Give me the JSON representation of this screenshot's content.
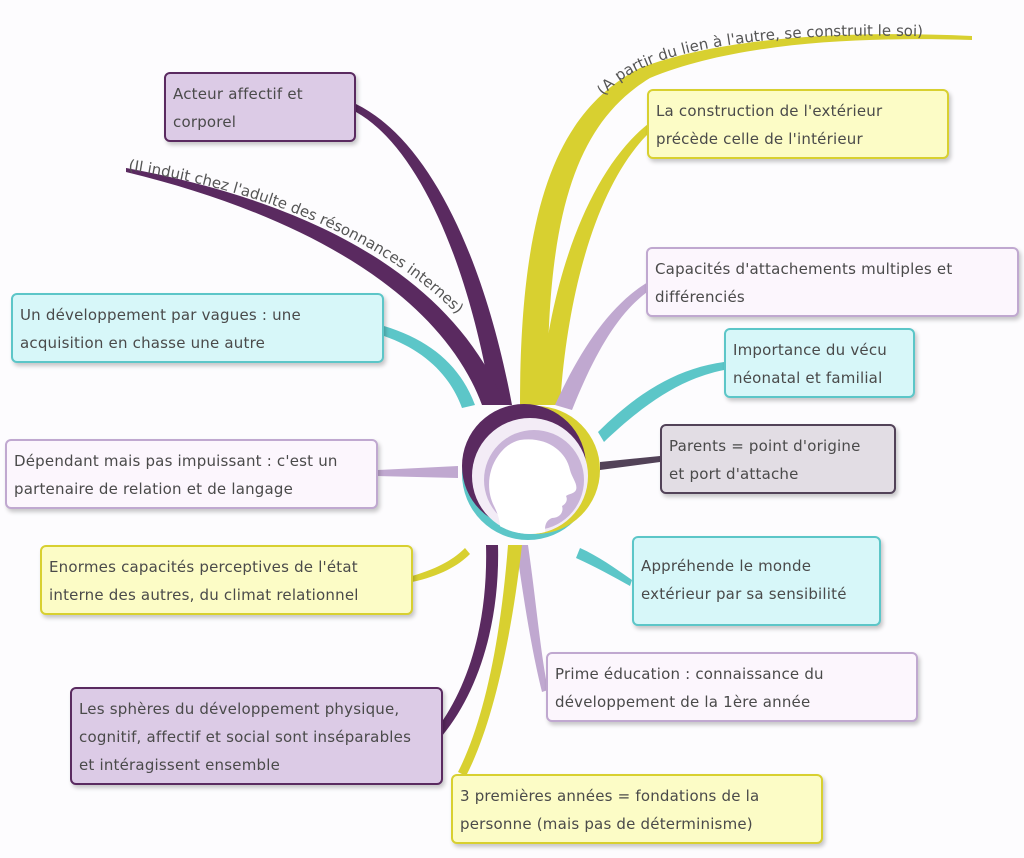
{
  "colors": {
    "purple_dark": "#5a2a60",
    "yellow": "#d8d030",
    "teal": "#5cc6c8",
    "lilac": "#c0a8d0",
    "grey_dark": "#524258"
  },
  "center_icon": "child-profile-icon",
  "branches": {
    "acteur": "Acteur affectif et\ncorporel",
    "construction": "La construction de l'extérieur\nprécède celle de l'intérieur",
    "capacites": "Capacités d'attachements multiples et\ndifférenciés",
    "vagues": "Un développement par vagues : une\nacquisition en chasse une autre",
    "vecu": "Importance du vécu\nnéonatal et familial",
    "parents": "Parents = point d'origine\net port d'attache",
    "dependant": "Dépendant mais pas impuissant : c'est un\npartenaire de relation et de langage",
    "enormes": "Enormes capacités perceptives de l'état\ninterne des autres, du climat relationnel",
    "apprehende": "Appréhende le monde\nextérieur par sa sensibilité",
    "prime": "Prime éducation : connaissance du\ndéveloppement de la 1ère année",
    "spheres": "Les sphères du développement physique,\ncognitif, affectif et social sont inséparables\net intéragissent ensemble",
    "premieres": "3 premières années = fondations de la\npersonne (mais pas de déterminisme)"
  },
  "curve_labels": {
    "lien": "(A partir du lien à l'autre, se construit le soi)",
    "induit": "(Il induit chez l'adulte des résonnances internes)"
  }
}
